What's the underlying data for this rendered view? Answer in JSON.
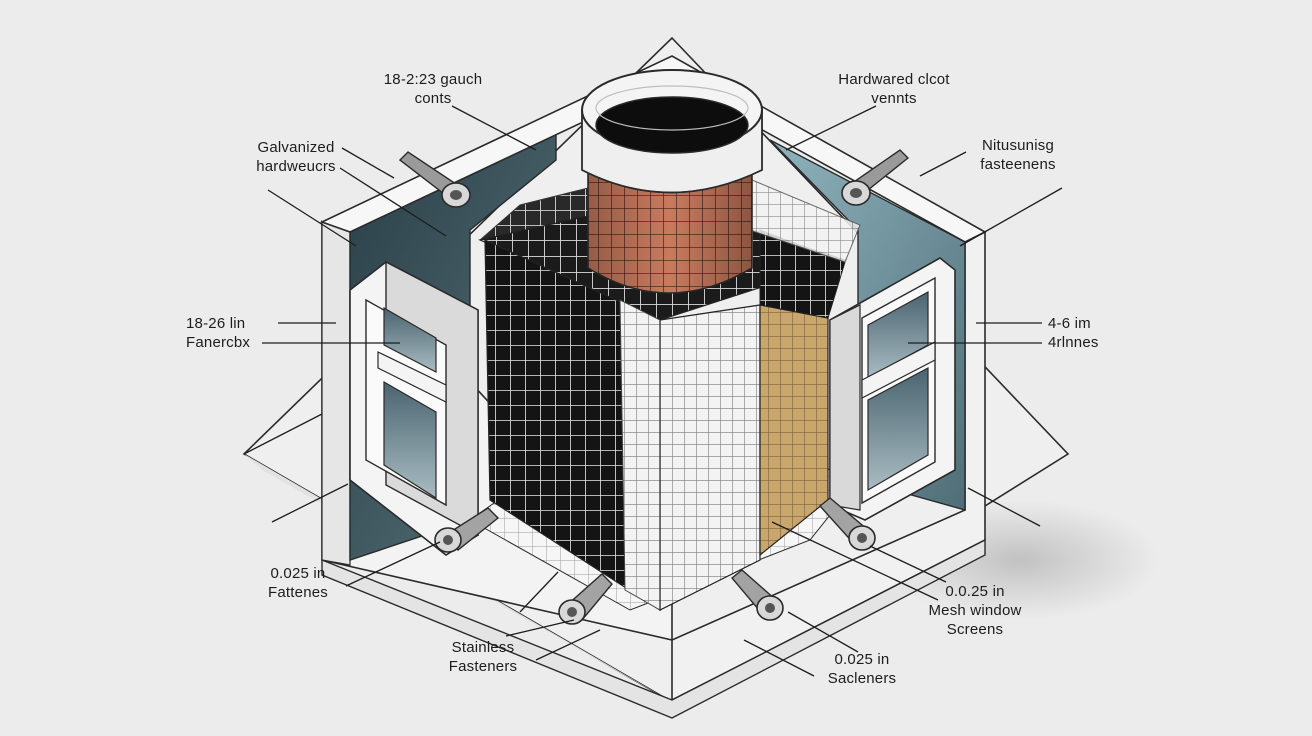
{
  "labels": {
    "gauge_coats": {
      "line1": "18-2:23 gauch",
      "line2": "conts"
    },
    "hardwared_vents": {
      "line1": "Hardwared clcot",
      "line2": "vennts"
    },
    "galvanized_hardware": {
      "line1": "Galvanized",
      "line2": "hardweucrs"
    },
    "nitusunisg_fasteners": {
      "line1": "Nitusunisg",
      "line2": "fasteenens"
    },
    "left_dimension": {
      "line1": "18-26 lin",
      "line2": "Fanercbx"
    },
    "right_dimension": {
      "line1": "4-6 im",
      "line2": "4rlnnes"
    },
    "left_fatteners": {
      "line1": "0.025 in",
      "line2": "Fattenes"
    },
    "mesh_window_screens": {
      "line1": "0.0.25 in",
      "line2": "Mesh window",
      "line3": "Screens"
    },
    "stainless_fasteners": {
      "line1": "Stainless",
      "line2": "Fasteners"
    },
    "sacleners": {
      "line1": "0.025 in",
      "line2": "Sacleners"
    }
  },
  "colors": {
    "background": "#ececec",
    "outline": "#2a2a2a",
    "wall_teal_dark": "#2f4750",
    "wall_teal_light": "#6f9aa6",
    "duct_copper": "#c97a5e",
    "duct_rim": "#efefef",
    "mesh_dark": "#161616",
    "mesh_light": "#f2f2f2",
    "mesh_tan": "#c9a66b",
    "window_glass": "#5f7b86",
    "frame_white": "#f4f4f4"
  }
}
